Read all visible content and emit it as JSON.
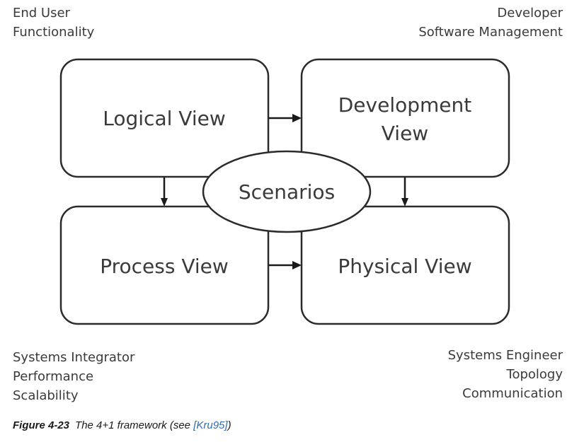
{
  "corners": {
    "top_left": [
      "End User",
      "Functionality"
    ],
    "top_right": [
      "Developer",
      "Software Management"
    ],
    "bottom_left": [
      "Systems Integrator",
      "Performance",
      "Scalability"
    ],
    "bottom_right": [
      "Systems Engineer",
      "Topology",
      "Communication"
    ]
  },
  "boxes": {
    "logical": "Logical View",
    "development_line1": "Development",
    "development_line2": "View",
    "process": "Process View",
    "physical": "Physical View"
  },
  "center": "Scenarios",
  "caption": {
    "number": "Figure 4-23",
    "text_before": "The 4+1 framework (see ",
    "reference": "[Kru95]",
    "text_after": ")"
  },
  "colors": {
    "text": "#3a3a3a",
    "stroke": "#2b2b2b",
    "reference_link": "#2f6cb3"
  }
}
